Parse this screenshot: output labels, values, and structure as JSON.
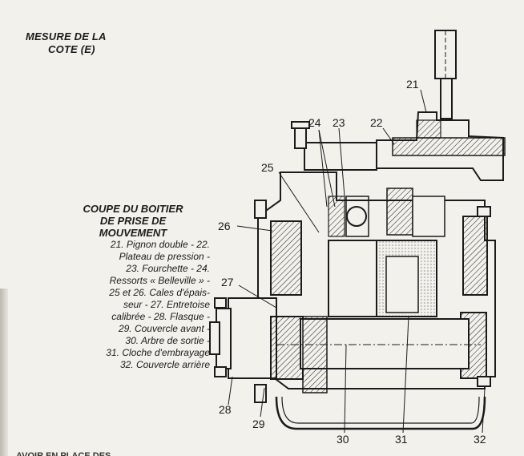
{
  "heading": {
    "line1": "MESURE DE LA",
    "line2": "COTE (E)"
  },
  "caption": {
    "title_lines": [
      "COUPE DU BOITIER",
      "DE PRISE DE",
      "MOUVEMENT"
    ],
    "body_lines": [
      "21. Pignon double - 22.",
      "Plateau de pression -",
      "23. Fourchette - 24.",
      "Ressorts « Belleville » -",
      "25 et 26. Cales d'épais-",
      "seur - 27. Entretoise",
      "calibrée - 28. Flasque -",
      "29. Couvercle avant -",
      "30. Arbre de sortie -",
      "31. Cloche d'embrayage",
      "32. Couvercle arrière"
    ]
  },
  "callouts": {
    "n21": "21",
    "n22": "22",
    "n23": "23",
    "n24": "24",
    "n25": "25",
    "n26": "26",
    "n27": "27",
    "n28": "28",
    "n29": "29",
    "n30": "30",
    "n31": "31",
    "n32": "32"
  },
  "bottom_text": "AVOIR EN PLACE DES"
}
